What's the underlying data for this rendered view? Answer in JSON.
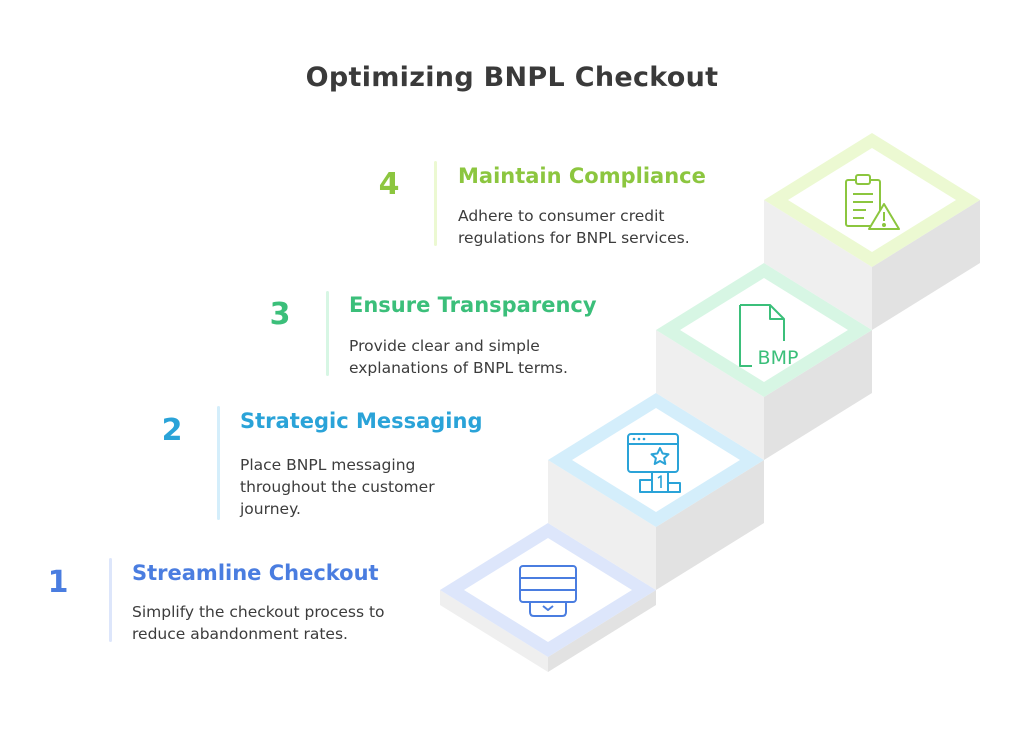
{
  "title": "Optimizing BNPL Checkout",
  "steps": [
    {
      "number": "1",
      "heading": "Streamline Checkout",
      "description": "Simplify the checkout process to reduce abandonment rates.",
      "color": "#4a7de0",
      "tint": "#dde6fb",
      "icon": "checkout-terminal-icon"
    },
    {
      "number": "2",
      "heading": "Strategic Messaging",
      "description": "Place BNPL messaging throughout the customer journey.",
      "color": "#2aa3d8",
      "tint": "#d4eefb",
      "icon": "browser-award-icon"
    },
    {
      "number": "3",
      "heading": "Ensure Transparency",
      "description": "Provide clear and simple explanations of BNPL terms.",
      "color": "#3bbf7a",
      "tint": "#d7f6e4",
      "icon": "bmp-file-icon",
      "icon_text": "BMP"
    },
    {
      "number": "4",
      "heading": "Maintain Compliance",
      "description": "Adhere to consumer credit regulations for BNPL services.",
      "color": "#8cc63f",
      "tint": "#ecf9d2",
      "icon": "clipboard-warning-icon"
    }
  ]
}
